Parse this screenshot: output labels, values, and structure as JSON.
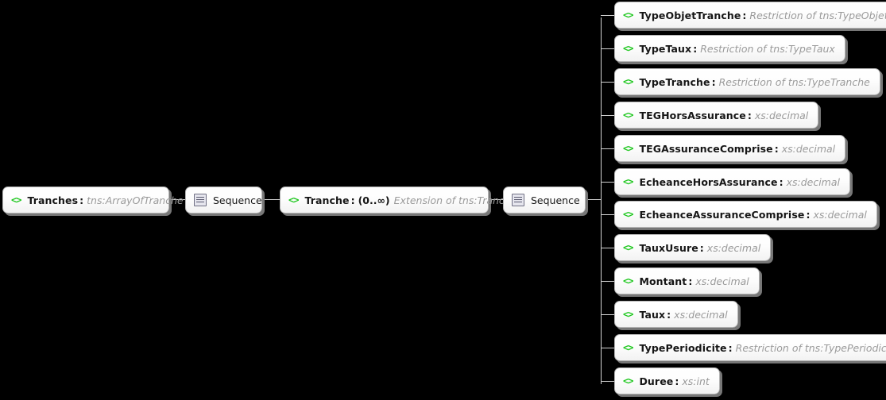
{
  "diagram": {
    "type": "xsd-schema-tree",
    "background_color": "#000000",
    "node_fill": "#fdfdfd",
    "element_icon_color": "#1ec71e",
    "type_text_color": "#9a9a9a",
    "connector_color": "#d2d2d2"
  },
  "root": {
    "icon": "element-icon",
    "name": "Tranches",
    "separator": ":",
    "type": "tns:ArrayOfTranche"
  },
  "sequence1": {
    "icon": "sequence-icon",
    "label": "Sequence"
  },
  "tranche": {
    "icon": "element-icon",
    "name": "Tranche",
    "separator": ":",
    "cardinality": "(0..∞)",
    "type": "Extension of tns:Tranche"
  },
  "sequence2": {
    "icon": "sequence-icon",
    "label": "Sequence"
  },
  "children": [
    {
      "icon": "element-icon",
      "name": "TypeObjetTranche",
      "separator": ":",
      "type": "Restriction of tns:TypeObjetTranche"
    },
    {
      "icon": "element-icon",
      "name": "TypeTaux",
      "separator": ":",
      "type": "Restriction of tns:TypeTaux"
    },
    {
      "icon": "element-icon",
      "name": "TypeTranche",
      "separator": ":",
      "type": "Restriction of tns:TypeTranche"
    },
    {
      "icon": "element-icon",
      "name": "TEGHorsAssurance",
      "separator": ":",
      "type": "xs:decimal"
    },
    {
      "icon": "element-icon",
      "name": "TEGAssuranceComprise",
      "separator": ":",
      "type": "xs:decimal"
    },
    {
      "icon": "element-icon",
      "name": "EcheanceHorsAssurance",
      "separator": ":",
      "type": "xs:decimal"
    },
    {
      "icon": "element-icon",
      "name": "EcheanceAssuranceComprise",
      "separator": ":",
      "type": "xs:decimal"
    },
    {
      "icon": "element-icon",
      "name": "TauxUsure",
      "separator": ":",
      "type": "xs:decimal"
    },
    {
      "icon": "element-icon",
      "name": "Montant",
      "separator": ":",
      "type": "xs:decimal"
    },
    {
      "icon": "element-icon",
      "name": "Taux",
      "separator": ":",
      "type": "xs:decimal"
    },
    {
      "icon": "element-icon",
      "name": "TypePeriodicite",
      "separator": ":",
      "type": "Restriction of tns:TypePeriodicite"
    },
    {
      "icon": "element-icon",
      "name": "Duree",
      "separator": ":",
      "type": "xs:int"
    }
  ]
}
